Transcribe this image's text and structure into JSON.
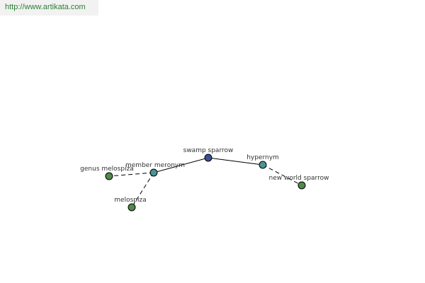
{
  "source_link": {
    "text": "http://www.artikata.com"
  },
  "graph": {
    "nodes": [
      {
        "id": "swamp-sparrow",
        "label": "swamp sparrow",
        "color": "#3c4f94"
      },
      {
        "id": "member-meronym",
        "label": "member meronym",
        "color": "#4a9494"
      },
      {
        "id": "hypernym",
        "label": "hypernym",
        "color": "#4a9494"
      },
      {
        "id": "genus-melospiza",
        "label": "genus melospiza",
        "color": "#4f8a4a"
      },
      {
        "id": "melospiza",
        "label": "melospiza",
        "color": "#4f8a4a"
      },
      {
        "id": "new-world-sparrow",
        "label": "new world sparrow",
        "color": "#4f8a4a"
      }
    ],
    "edges": [
      {
        "from": "swamp-sparrow",
        "to": "member-meronym",
        "style": "solid"
      },
      {
        "from": "swamp-sparrow",
        "to": "hypernym",
        "style": "solid"
      },
      {
        "from": "member-meronym",
        "to": "genus-melospiza",
        "style": "dashed"
      },
      {
        "from": "member-meronym",
        "to": "melospiza",
        "style": "dashed"
      },
      {
        "from": "hypernym",
        "to": "new-world-sparrow",
        "style": "dashed"
      }
    ]
  }
}
